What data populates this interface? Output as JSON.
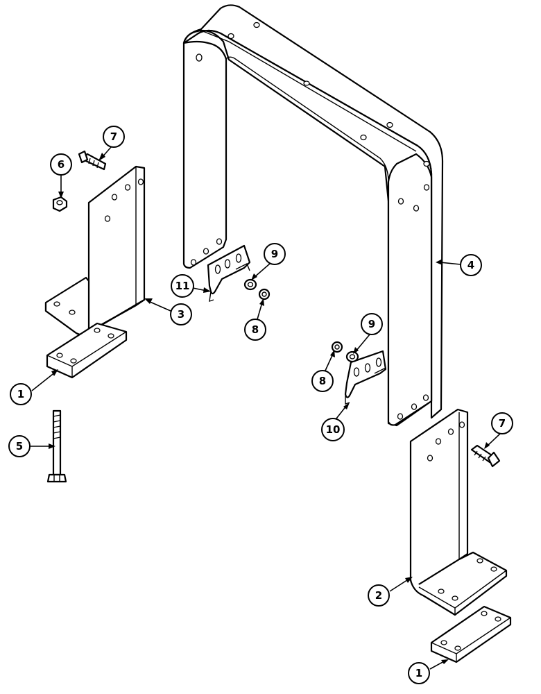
{
  "diagram": {
    "type": "exploded-parts-view",
    "callouts": [
      {
        "id": "c1a",
        "label": "1"
      },
      {
        "id": "c1b",
        "label": "1"
      },
      {
        "id": "c2",
        "label": "2"
      },
      {
        "id": "c3",
        "label": "3"
      },
      {
        "id": "c4",
        "label": "4"
      },
      {
        "id": "c5",
        "label": "5"
      },
      {
        "id": "c6",
        "label": "6"
      },
      {
        "id": "c7a",
        "label": "7"
      },
      {
        "id": "c7b",
        "label": "7"
      },
      {
        "id": "c8a",
        "label": "8"
      },
      {
        "id": "c8b",
        "label": "8"
      },
      {
        "id": "c9a",
        "label": "9"
      },
      {
        "id": "c9b",
        "label": "9"
      },
      {
        "id": "c10",
        "label": "10"
      },
      {
        "id": "c11",
        "label": "11"
      }
    ],
    "parts": {
      "frame": "u-frame",
      "left_bracket": "l-bracket",
      "right_bracket": "l-bracket",
      "plates": "spacer-plate",
      "long_bolt": "bolt",
      "short_bolts": "bolt",
      "nut": "hex-nut",
      "clips": "clip-bracket",
      "washers": "washer",
      "small_nuts": "nut"
    },
    "colors": {
      "line": "#000000",
      "background": "#ffffff"
    }
  }
}
